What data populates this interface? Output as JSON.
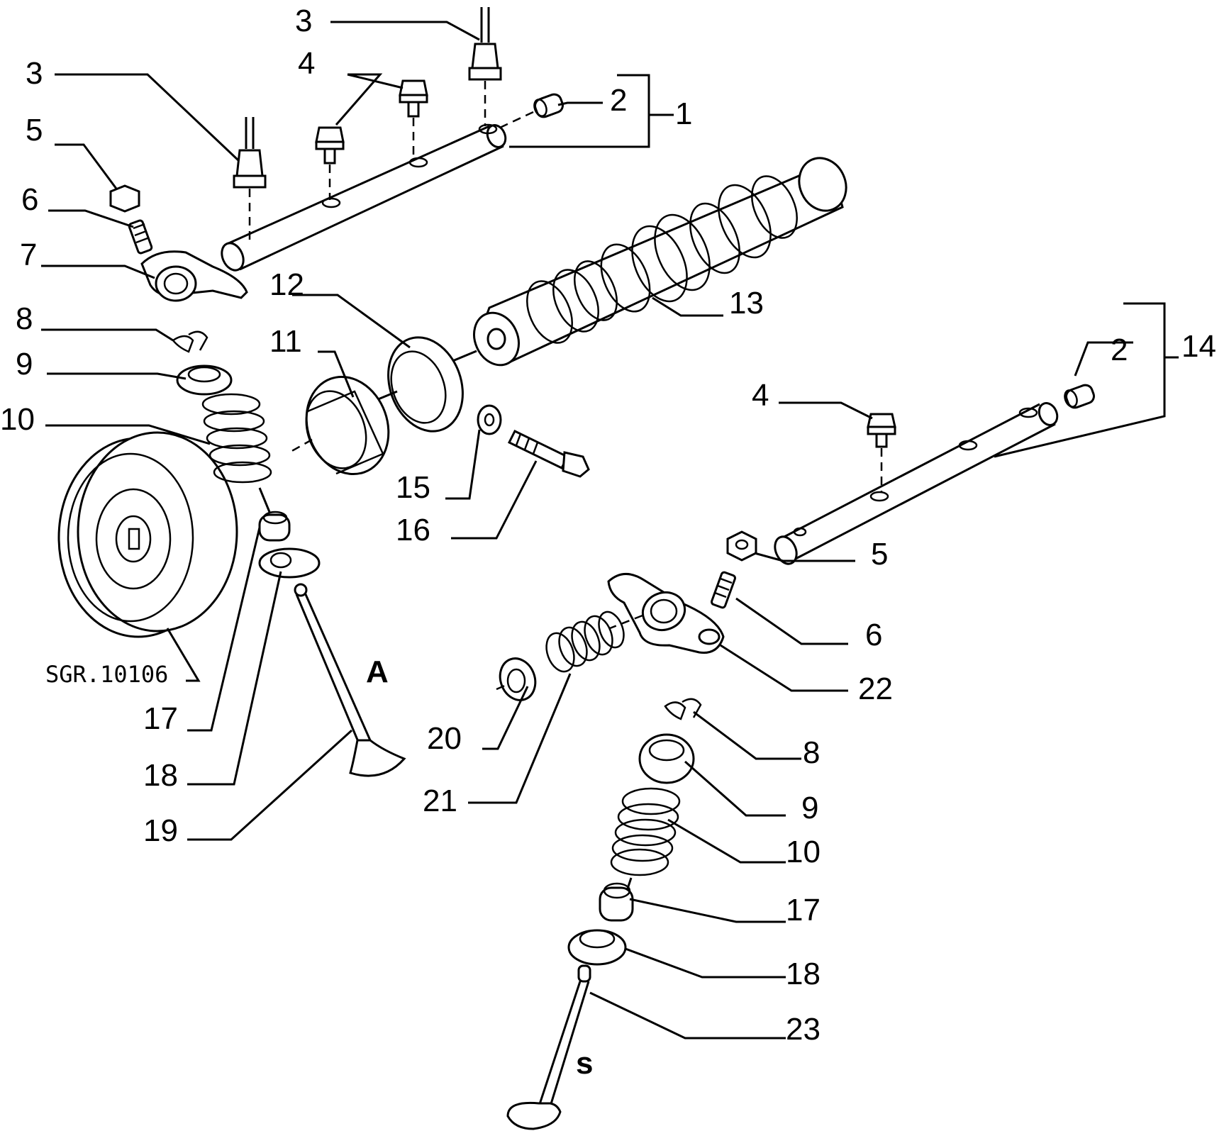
{
  "diagram": {
    "drawing_code": "SGR.10106",
    "view_label_a": "A",
    "view_label_s": "s",
    "callouts": {
      "c1": "1",
      "c2a": "2",
      "c2b": "2",
      "c3a": "3",
      "c3b": "3",
      "c4a": "4",
      "c4b": "4",
      "c5a": "5",
      "c5b": "5",
      "c6a": "6",
      "c6b": "6",
      "c7": "7",
      "c8a": "8",
      "c8b": "8",
      "c9a": "9",
      "c9b": "9",
      "c10a": "10",
      "c10b": "10",
      "c11": "11",
      "c12": "12",
      "c13": "13",
      "c14": "14",
      "c15": "15",
      "c16": "16",
      "c17a": "17",
      "c17b": "17",
      "c18a": "18",
      "c18b": "18",
      "c19": "19",
      "c20": "20",
      "c21": "21",
      "c22": "22",
      "c23": "23"
    }
  }
}
